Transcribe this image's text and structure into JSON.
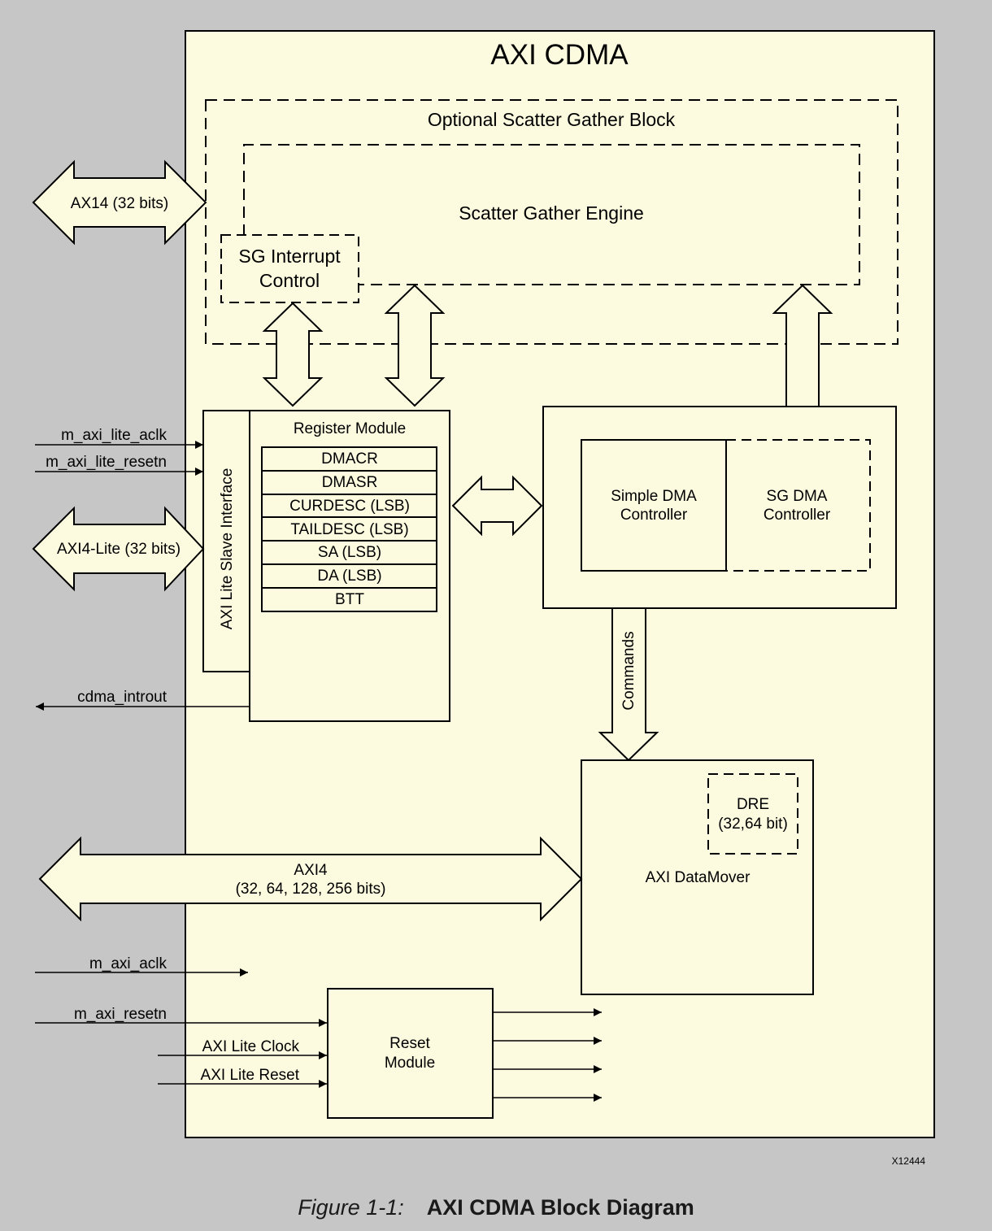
{
  "diagram": {
    "title": "AXI CDMA",
    "sg_block_label": "Optional Scatter Gather Block",
    "sg_engine_label": "Scatter Gather Engine",
    "sg_interrupt_label_line1": "SG Interrupt",
    "sg_interrupt_label_line2": "Control",
    "register_module_label": "Register Module",
    "registers": [
      "DMACR",
      "DMASR",
      "CURDESC (LSB)",
      "TAILDESC (LSB)",
      "SA (LSB)",
      "DA (LSB)",
      "BTT"
    ],
    "axi_lite_slave_label": "AXI Lite Slave Interface",
    "simple_dma_line1": "Simple DMA",
    "simple_dma_line2": "Controller",
    "sg_dma_line1": "SG DMA",
    "sg_dma_line2": "Controller",
    "commands_label": "Commands",
    "dre_line1": "DRE",
    "dre_line2": "(32,64 bit)",
    "datamover_label": "AXI DataMover",
    "reset_line1": "Reset",
    "reset_line2": "Module",
    "ports": {
      "axi4_sg": "AX14 (32 bits)",
      "axi4_lite": "AXI4-Lite (32 bits)",
      "axi4_line1": "AXI4",
      "axi4_line2": "(32, 64, 128, 256 bits)",
      "m_axi_lite_aclk": "m_axi_lite_aclk",
      "m_axi_lite_resetn": "m_axi_lite_resetn",
      "cdma_introut": "cdma_introut",
      "m_axi_aclk": "m_axi_aclk",
      "m_axi_resetn": "m_axi_resetn",
      "axi_lite_clock": "AXI Lite Clock",
      "axi_lite_reset": "AXI Lite Reset"
    },
    "figure_id": "X12444",
    "colors": {
      "fill": "#fdfbdf",
      "background": "#c6c6c6",
      "stroke": "#000000"
    }
  },
  "caption": {
    "number": "Figure 1-1:",
    "title": "AXI CDMA Block Diagram"
  }
}
